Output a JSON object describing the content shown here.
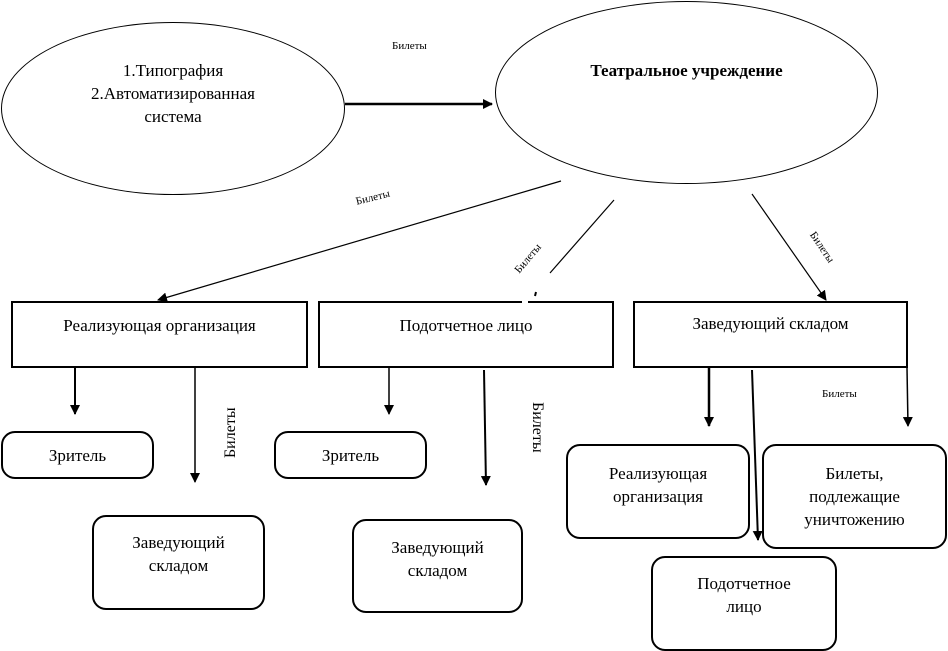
{
  "nodes": {
    "source": {
      "lines": [
        "1.Типография",
        "2.Автоматизированная",
        "система"
      ]
    },
    "theatre": {
      "label": "Театральное учреждение"
    },
    "realizer": {
      "label": "Реализующая организация"
    },
    "accountable": {
      "label": "Подотчетное лицо"
    },
    "warehouse": {
      "label": "Заведующий складом"
    },
    "viewer_1": {
      "label": "Зритель"
    },
    "warehouse_1": {
      "lines": [
        "Заведующий",
        "складом"
      ]
    },
    "viewer_2": {
      "label": "Зритель"
    },
    "warehouse_2": {
      "lines": [
        "Заведующий",
        "складом"
      ]
    },
    "realizer_2": {
      "lines": [
        "Реализующая",
        "организация"
      ]
    },
    "destroy": {
      "lines": [
        "Билеты,",
        "подлежащие",
        "уничтожению"
      ]
    },
    "accountable_2": {
      "lines": [
        "Подотчетное",
        "лицо"
      ]
    }
  },
  "edge_labels": {
    "source_to_theatre": "Билеты",
    "theatre_to_realizer": "Билеты",
    "theatre_to_accountable": "Билеты",
    "theatre_to_warehouse": "Билеты",
    "realizer_to_warehouse": "Билеты",
    "accountable_to_warehouse": "Билеты",
    "warehouse_to_destroy": "Билеты"
  }
}
